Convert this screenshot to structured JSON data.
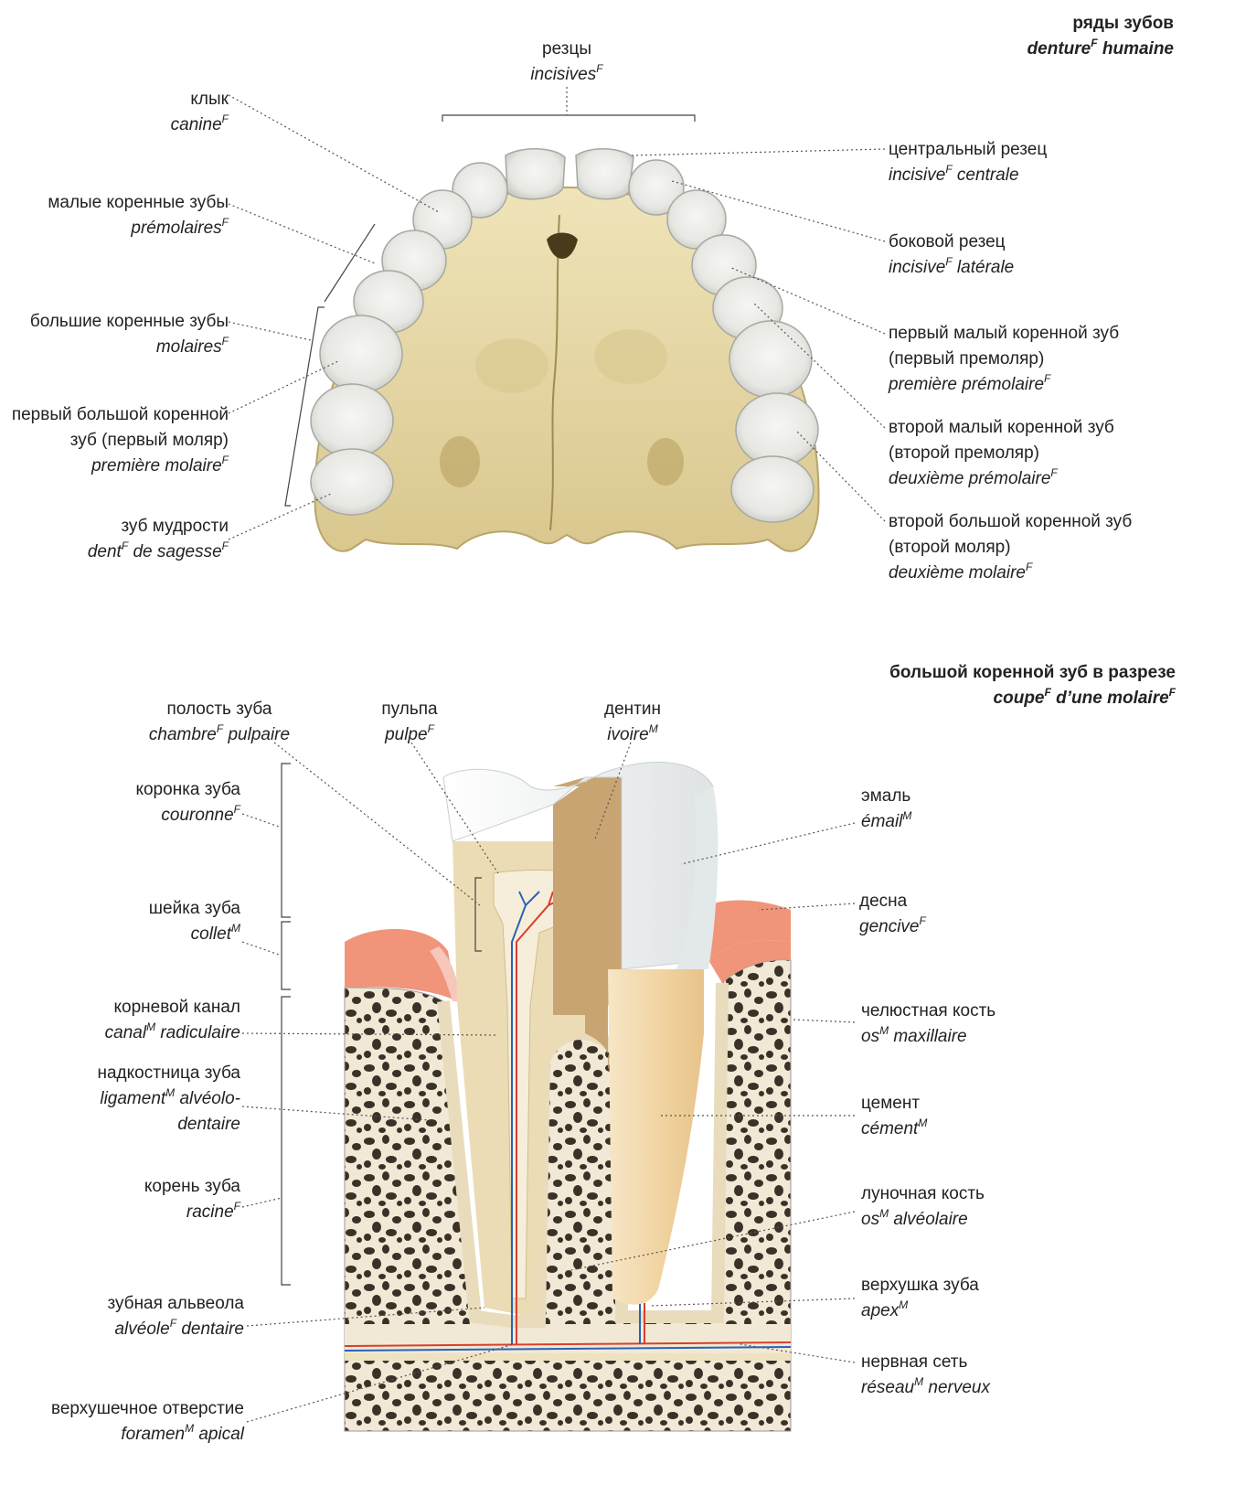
{
  "colors": {
    "bone": "#e6d9a6",
    "bone_dark": "#c9b67a",
    "tooth": "#eeeeec",
    "tooth_shadow": "#cfcfc9",
    "enamel": "#f1f3f3",
    "dentin": "#ebdcb5",
    "dentin_dark": "#c8a472",
    "cement": "#f1d5a6",
    "gum": "#f0947a",
    "gum_light": "#f6c7ba",
    "spongy": "#3a3228",
    "spongy_bg": "#f1e9d5",
    "vessel_red": "#d6402c",
    "vessel_blue": "#2a62b6",
    "leader": "#555555"
  },
  "denture": {
    "title": {
      "ru": "ряды зубов",
      "fr": "denture",
      "sup": "F",
      "fr2": " humaine"
    },
    "labels": {
      "incisors": {
        "ru": "резцы",
        "fr": "incisives",
        "sup": "F",
        "fr2": ""
      },
      "canine": {
        "ru": "клык",
        "fr": "canine",
        "sup": "F",
        "fr2": ""
      },
      "premolars": {
        "ru": "малые коренные зубы",
        "fr": "prémolaires",
        "sup": "F",
        "fr2": ""
      },
      "molars": {
        "ru": "большие коренные зубы",
        "fr": "molaires",
        "sup": "F",
        "fr2": ""
      },
      "first_molar": {
        "ru": "первый большой коренной",
        "ru2": "зуб (первый моляр)",
        "fr": "première molaire",
        "sup": "F",
        "fr2": ""
      },
      "wisdom": {
        "ru": "зуб мудрости",
        "fr": "dent",
        "sup": "F",
        "fr2": " de sagesse",
        "sup2": "F"
      },
      "central": {
        "ru": "центральный резец",
        "fr": "incisive",
        "sup": "F",
        "fr2": " centrale"
      },
      "lateral": {
        "ru": "боковой резец",
        "fr": "incisive",
        "sup": "F",
        "fr2": " latérale"
      },
      "first_premolar": {
        "ru": "первый малый коренной зуб",
        "ru2": "(первый премоляр)",
        "fr": "première prémolaire",
        "sup": "F",
        "fr2": ""
      },
      "second_premolar": {
        "ru": "второй малый коренной зуб",
        "ru2": "(второй премоляр)",
        "fr": "deuxième prémolaire",
        "sup": "F",
        "fr2": ""
      },
      "second_molar": {
        "ru": "второй большой коренной зуб",
        "ru2": "(второй моляр)",
        "fr": "deuxième molaire",
        "sup": "F",
        "fr2": ""
      }
    }
  },
  "section": {
    "title": {
      "ru": "большой коренной зуб в разрезе",
      "fr": "coupe",
      "sup": "F",
      "fr2": " d’une molaire",
      "sup2": "F"
    },
    "labels": {
      "pulp_chamber": {
        "ru": "полость зуба",
        "fr": "chambre",
        "sup": "F",
        "fr2": " pulpaire"
      },
      "pulp": {
        "ru": "пульпа",
        "fr": "pulpe",
        "sup": "F",
        "fr2": ""
      },
      "dentin": {
        "ru": "дентин",
        "fr": "ivoire",
        "sup": "M",
        "fr2": ""
      },
      "crown": {
        "ru": "коронка зуба",
        "fr": "couronne",
        "sup": "F",
        "fr2": ""
      },
      "neck": {
        "ru": "шейка зуба",
        "fr": "collet",
        "sup": "M",
        "fr2": ""
      },
      "root_canal": {
        "ru": "корневой канал",
        "fr": "canal",
        "sup": "M",
        "fr2": " radiculaire"
      },
      "ligament": {
        "ru": "надкостница зуба",
        "fr": "ligament",
        "sup": "M",
        "fr2": " alvéolo-",
        "fr3": "dentaire"
      },
      "root": {
        "ru": "корень зуба",
        "fr": "racine",
        "sup": "F",
        "fr2": ""
      },
      "alveolus": {
        "ru": "зубная альвеола",
        "fr": "alvéole",
        "sup": "F",
        "fr2": " dentaire"
      },
      "foramen": {
        "ru": "верхушечное отверстие",
        "fr": "foramen",
        "sup": "M",
        "fr2": " apical"
      },
      "enamel": {
        "ru": "эмаль",
        "fr": "émail",
        "sup": "M",
        "fr2": ""
      },
      "gum": {
        "ru": "десна",
        "fr": "gencive",
        "sup": "F",
        "fr2": ""
      },
      "maxilla": {
        "ru": "челюстная кость",
        "fr": "os",
        "sup": "M",
        "fr2": " maxillaire"
      },
      "cement": {
        "ru": "цемент",
        "fr": "cément",
        "sup": "M",
        "fr2": ""
      },
      "alveolar_bone": {
        "ru": "луночная кость",
        "fr": "os",
        "sup": "M",
        "fr2": " alvéolaire"
      },
      "apex": {
        "ru": "верхушка зуба",
        "fr": "apex",
        "sup": "M",
        "fr2": ""
      },
      "nerve_net": {
        "ru": "нервная сеть",
        "fr": "réseau",
        "sup": "M",
        "fr2": " nerveux"
      }
    }
  }
}
